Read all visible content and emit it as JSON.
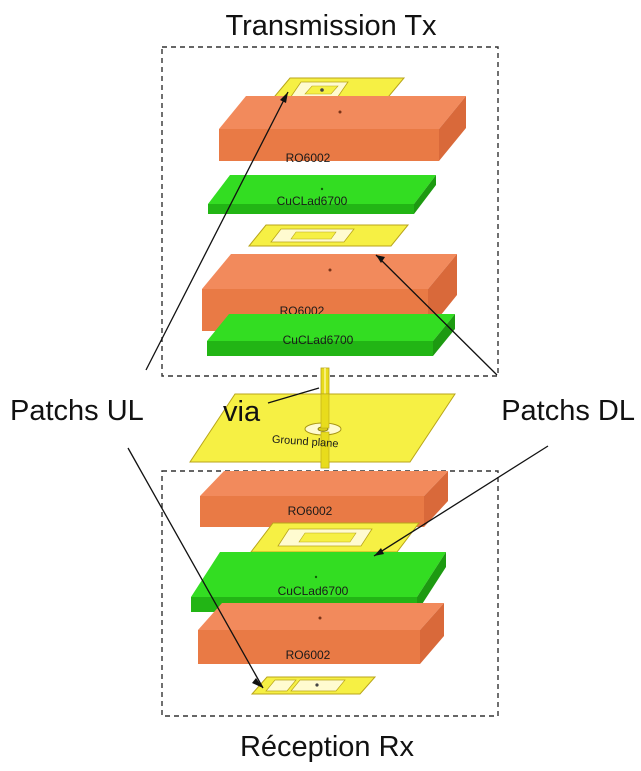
{
  "titles": {
    "top": "Transmission Tx",
    "bottom": "Réception Rx"
  },
  "annotations": {
    "patchs_ul": "Patchs UL",
    "patchs_dl": "Patchs DL",
    "via": "via"
  },
  "layers": {
    "ro6002": "RO6002",
    "cuclad": "CuCLad6700",
    "ground_plane": "Ground plane"
  },
  "colors": {
    "substrate_top": "#f28a5c",
    "substrate_front": "#e97a45",
    "substrate_side": "#d9693a",
    "green_top": "#33dd22",
    "green_front": "#22b515",
    "patch_yellow": "#f6f044",
    "patch_edge": "#b9a51a",
    "via": "#e8dc1c",
    "dashed_box": "#333333"
  }
}
